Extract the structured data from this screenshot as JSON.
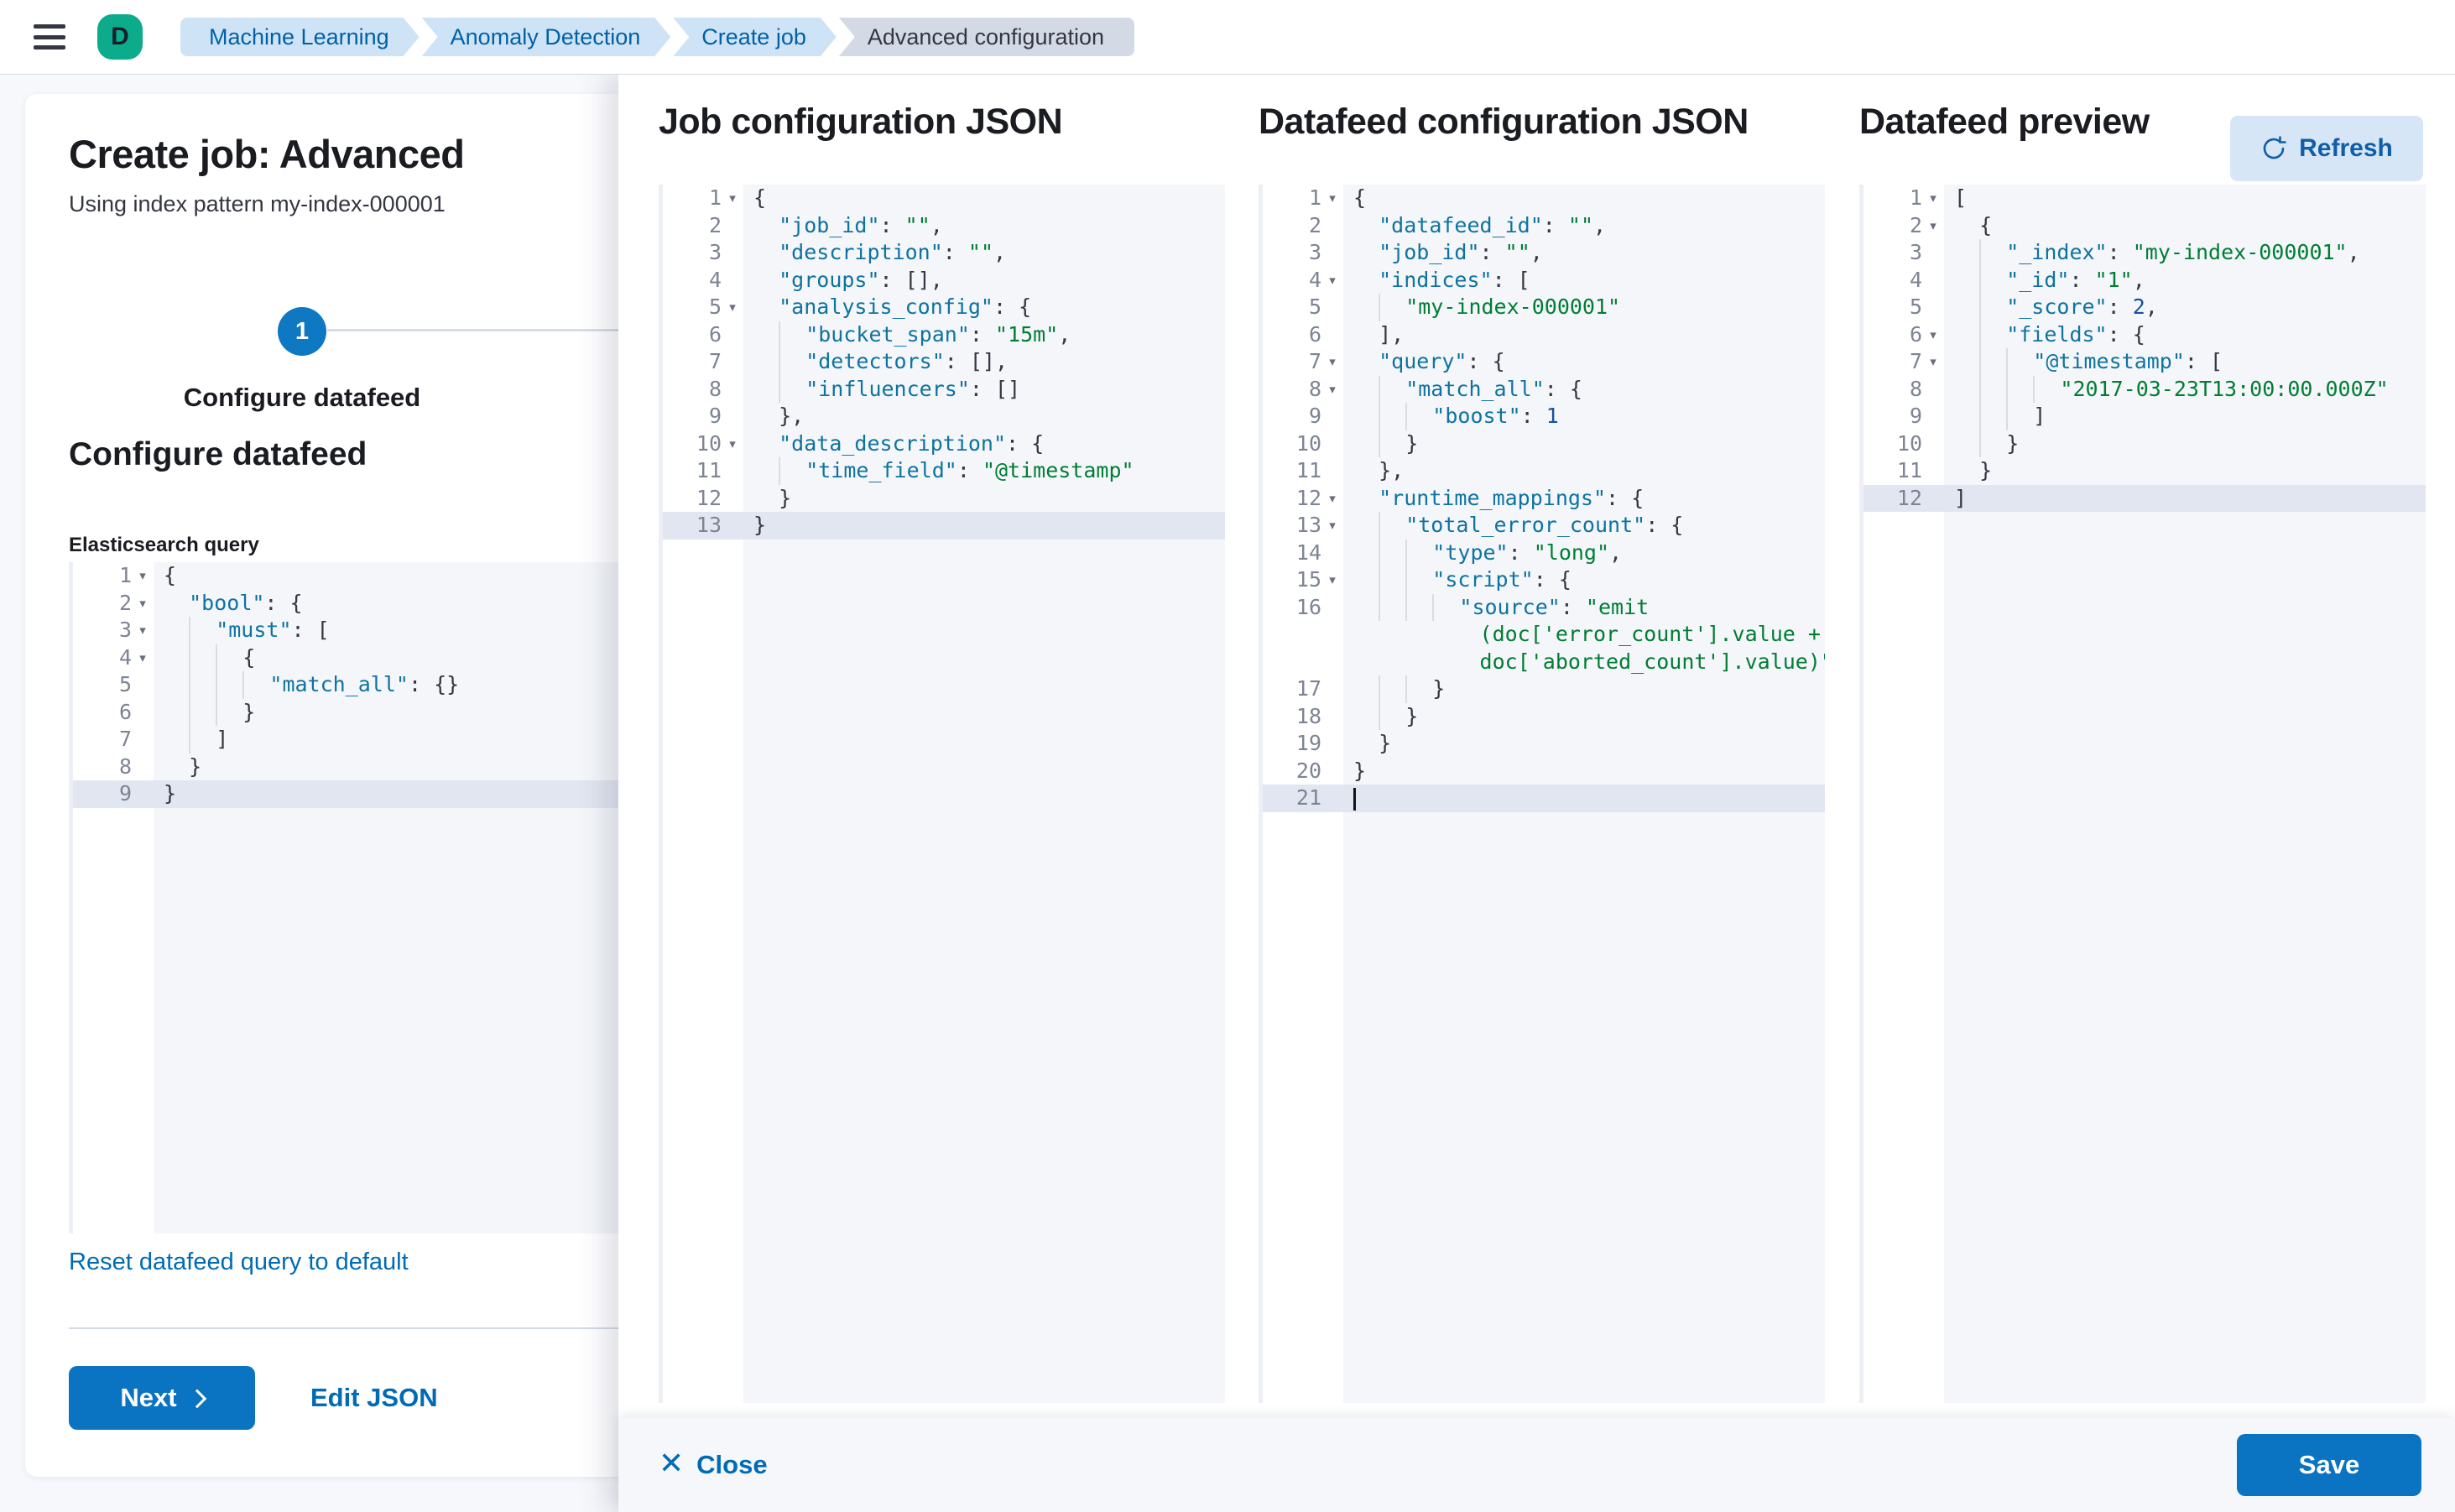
{
  "colors": {
    "primary_button": "#0a73c2",
    "link": "#006bb4",
    "avatar_bg": "#0bab8b",
    "breadcrumb_bg": "#cfe3f6",
    "breadcrumb_last_bg": "#d3dae6",
    "code_key": "#0e73a0",
    "code_string": "#007d33",
    "code_number": "#15519e",
    "active_line_bg": "#e1e6f0"
  },
  "header": {
    "avatar_initial": "D",
    "breadcrumbs": [
      {
        "label": "Machine Learning"
      },
      {
        "label": "Anomaly Detection"
      },
      {
        "label": "Create job"
      },
      {
        "label": "Advanced configuration"
      }
    ]
  },
  "page": {
    "title": "Create job: Advanced",
    "subtitle": "Using index pattern my-index-000001",
    "step_number": "1",
    "step_label": "Configure datafeed",
    "section_title": "Configure datafeed",
    "query_label": "Elasticsearch query",
    "reset_link": "Reset datafeed query to default",
    "next_button": "Next",
    "edit_json_link": "Edit JSON"
  },
  "flyout": {
    "job_title": "Job configuration JSON",
    "datafeed_title": "Datafeed configuration JSON",
    "preview_title": "Datafeed preview",
    "refresh_button": "Refresh",
    "close_button": "Close",
    "save_button": "Save"
  },
  "editors": {
    "es_query": {
      "rows": [
        {
          "n": "1",
          "t": "{",
          "f": true
        },
        {
          "n": "2",
          "t": "  \"bool\": {",
          "f": true
        },
        {
          "n": "3",
          "t": "    \"must\": [",
          "f": true
        },
        {
          "n": "4",
          "t": "      {",
          "f": true
        },
        {
          "n": "5",
          "t": "        \"match_all\": {}"
        },
        {
          "n": "6",
          "t": "      }"
        },
        {
          "n": "7",
          "t": "    ]"
        },
        {
          "n": "8",
          "t": "  }"
        },
        {
          "n": "9",
          "t": "}",
          "h": true
        }
      ]
    },
    "job_config": {
      "rows": [
        {
          "n": "1",
          "t": "{",
          "f": true
        },
        {
          "n": "2",
          "t": "  \"job_id\": \"\","
        },
        {
          "n": "3",
          "t": "  \"description\": \"\","
        },
        {
          "n": "4",
          "t": "  \"groups\": [],"
        },
        {
          "n": "5",
          "t": "  \"analysis_config\": {",
          "f": true
        },
        {
          "n": "6",
          "t": "    \"bucket_span\": \"15m\","
        },
        {
          "n": "7",
          "t": "    \"detectors\": [],"
        },
        {
          "n": "8",
          "t": "    \"influencers\": []"
        },
        {
          "n": "9",
          "t": "  },"
        },
        {
          "n": "10",
          "t": "  \"data_description\": {",
          "f": true
        },
        {
          "n": "11",
          "t": "    \"time_field\": \"@timestamp\""
        },
        {
          "n": "12",
          "t": "  }"
        },
        {
          "n": "13",
          "t": "}",
          "h": true
        }
      ]
    },
    "datafeed_config": {
      "rows": [
        {
          "n": "1",
          "t": "{",
          "f": true
        },
        {
          "n": "2",
          "t": "  \"datafeed_id\": \"\","
        },
        {
          "n": "3",
          "t": "  \"job_id\": \"\","
        },
        {
          "n": "4",
          "t": "  \"indices\": [",
          "f": true
        },
        {
          "n": "5",
          "t": "    \"my-index-000001\""
        },
        {
          "n": "6",
          "t": "  ],"
        },
        {
          "n": "7",
          "t": "  \"query\": {",
          "f": true
        },
        {
          "n": "8",
          "t": "    \"match_all\": {",
          "f": true
        },
        {
          "n": "9",
          "t": "      \"boost\": 1"
        },
        {
          "n": "10",
          "t": "    }"
        },
        {
          "n": "11",
          "t": "  },"
        },
        {
          "n": "12",
          "t": "  \"runtime_mappings\": {",
          "f": true
        },
        {
          "n": "13",
          "t": "    \"total_error_count\": {",
          "f": true
        },
        {
          "n": "14",
          "t": "      \"type\": \"long\","
        },
        {
          "n": "15",
          "t": "      \"script\": {",
          "f": true
        },
        {
          "n": "16",
          "t": "        \"source\": \"emit"
        },
        {
          "n": "",
          "t": "          (doc['error_count'].value +",
          "w": true
        },
        {
          "n": "",
          "t": "          doc['aborted_count'].value)\"",
          "w": true
        },
        {
          "n": "17",
          "t": "      }"
        },
        {
          "n": "18",
          "t": "    }"
        },
        {
          "n": "19",
          "t": "  }"
        },
        {
          "n": "20",
          "t": "}"
        },
        {
          "n": "21",
          "t": "",
          "h": true,
          "c": true
        }
      ]
    },
    "datafeed_preview": {
      "rows": [
        {
          "n": "1",
          "t": "[",
          "f": true
        },
        {
          "n": "2",
          "t": "  {",
          "f": true
        },
        {
          "n": "3",
          "t": "    \"_index\": \"my-index-000001\","
        },
        {
          "n": "4",
          "t": "    \"_id\": \"1\","
        },
        {
          "n": "5",
          "t": "    \"_score\": 2,"
        },
        {
          "n": "6",
          "t": "    \"fields\": {",
          "f": true
        },
        {
          "n": "7",
          "t": "      \"@timestamp\": [",
          "f": true
        },
        {
          "n": "8",
          "t": "        \"2017-03-23T13:00:00.000Z\""
        },
        {
          "n": "9",
          "t": "      ]"
        },
        {
          "n": "10",
          "t": "    }"
        },
        {
          "n": "11",
          "t": "  }"
        },
        {
          "n": "12",
          "t": "]",
          "h": true
        }
      ]
    }
  }
}
